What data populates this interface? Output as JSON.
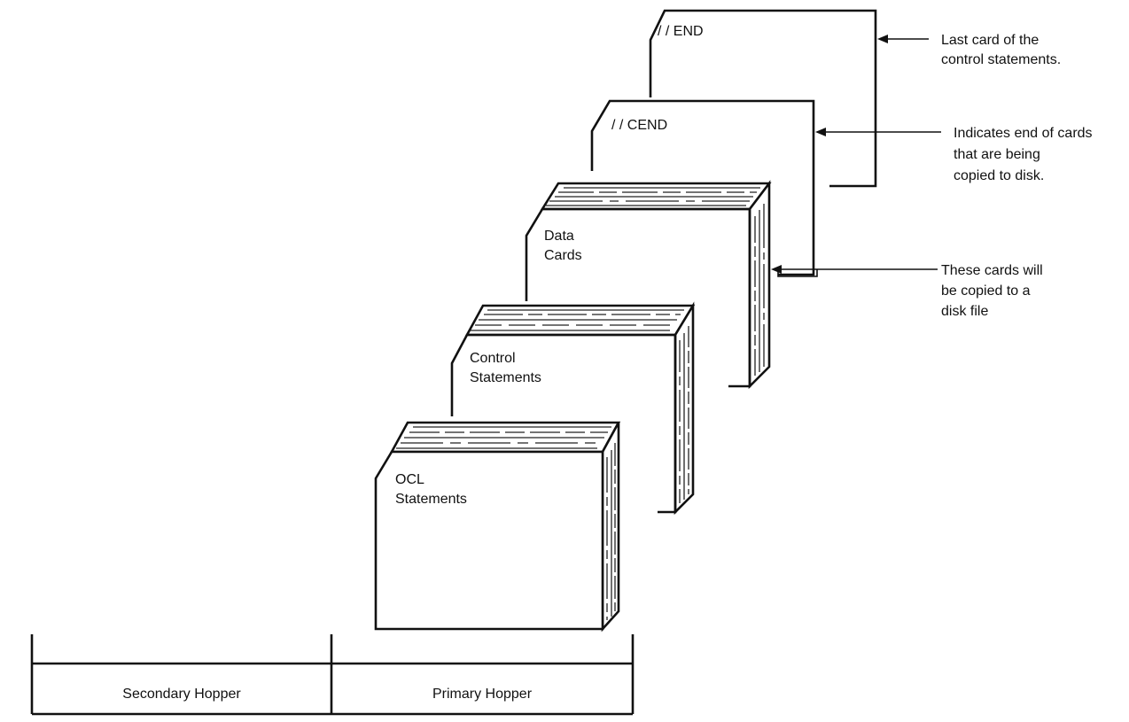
{
  "diagram": {
    "decks": [
      {
        "id": "ocl",
        "lines": [
          "OCL",
          "Statements"
        ]
      },
      {
        "id": "control",
        "lines": [
          "Control",
          "Statements"
        ]
      },
      {
        "id": "data",
        "lines": [
          "Data",
          "Cards"
        ]
      }
    ],
    "cards": {
      "cend": "/ / CEND",
      "end": "/ / END"
    },
    "callouts": [
      {
        "id": "last-card",
        "lines": [
          "Last card of the",
          "control statements."
        ]
      },
      {
        "id": "end-of-cards",
        "lines": [
          "Indicates end of cards",
          "that are being",
          "copied to disk."
        ]
      },
      {
        "id": "copied-cards",
        "lines": [
          "These cards will",
          "be copied to a",
          "disk file"
        ]
      }
    ],
    "hoppers": {
      "secondary": "Secondary Hopper",
      "primary": "Primary Hopper"
    }
  }
}
